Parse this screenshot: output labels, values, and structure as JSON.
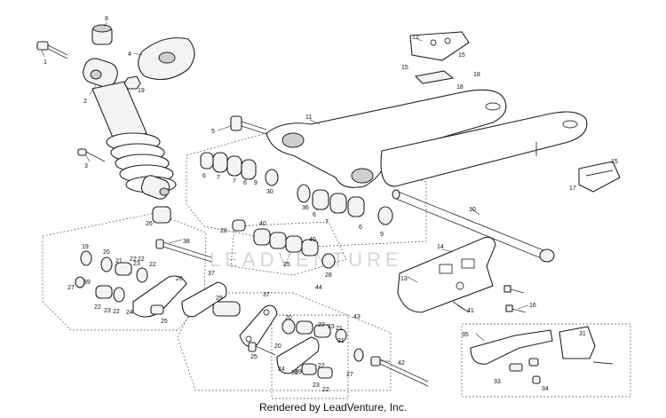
{
  "footer": {
    "credit": "Rendered by LeadVenture, Inc."
  },
  "watermark": {
    "text": "LEADVENTURE"
  },
  "callouts": {
    "c1": "1",
    "c2": "2",
    "c3": "3",
    "c4": "4",
    "c5": "5",
    "c6a": "6",
    "c6b": "6",
    "c6c": "6",
    "c6d": "6",
    "c7a": "7",
    "c7b": "7",
    "c7c": "7",
    "c8": "8",
    "c9a": "9",
    "c9b": "9",
    "c10": "10",
    "c11": "11",
    "c12": "12",
    "c13": "13",
    "c14": "14",
    "c15a": "15",
    "c15b": "15",
    "c15c": "15",
    "c16": "16",
    "c17": "17",
    "c18a": "18",
    "c18b": "18",
    "c19a": "19",
    "c19b": "19",
    "c20a": "20",
    "c20b": "20",
    "c20c": "20",
    "c20d": "20",
    "c21a": "21",
    "c21b": "21",
    "c21c": "21",
    "c22a": "22",
    "c22b": "22",
    "c22c": "22",
    "c22d": "22",
    "c22e": "22",
    "c22f": "22",
    "c22g": "22",
    "c22h": "22",
    "c23a": "23",
    "c23b": "23",
    "c23c": "23",
    "c23d": "23",
    "c24a": "24",
    "c24b": "24",
    "c25a": "25",
    "c25b": "25",
    "c25c": "25",
    "c26": "26",
    "c27a": "27",
    "c27b": "27",
    "c28a": "28",
    "c28b": "28",
    "c29": "29",
    "c30": "30",
    "c31": "31",
    "c33": "33",
    "c34": "34",
    "c35": "35",
    "c36a": "36",
    "c36b": "36",
    "c37a": "37",
    "c37b": "37",
    "c38": "38",
    "c39a": "39",
    "c39b": "39",
    "c40a": "40",
    "c40b": "40",
    "c41": "41",
    "c42": "42",
    "c43": "43",
    "c44": "44"
  }
}
